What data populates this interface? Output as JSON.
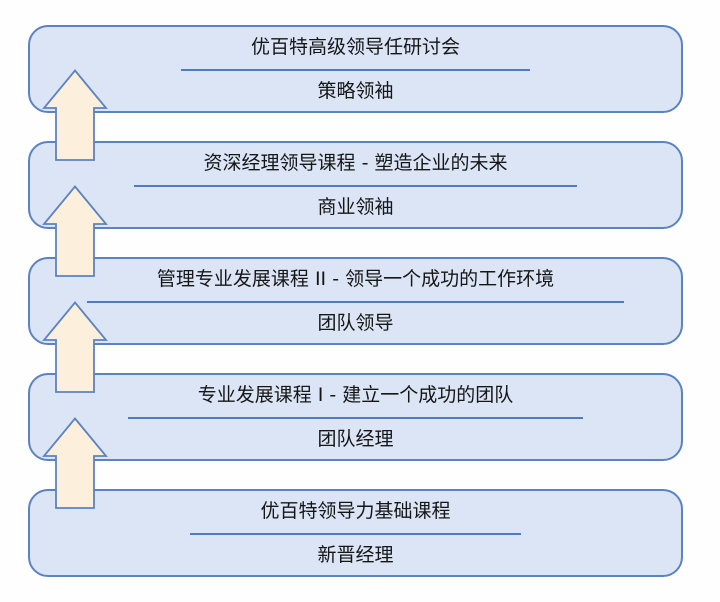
{
  "diagram": {
    "kind": "vertical-progression",
    "direction": "bottom-to-top",
    "levels": [
      {
        "title": "优百特高级领导任研讨会",
        "subtitle": "策略领袖"
      },
      {
        "title": "资深经理领导课程 - 塑造企业的未来",
        "subtitle": "商业领袖"
      },
      {
        "title": "管理专业发展课程 II - 领导一个成功的工作环境",
        "subtitle": "团队领导"
      },
      {
        "title": "专业发展课程 I - 建立一个成功的团队",
        "subtitle": "团队经理"
      },
      {
        "title": "优百特领导力基础课程",
        "subtitle": "新晋经理"
      }
    ],
    "arrows": {
      "count": 4,
      "icon": "up-arrow-icon"
    },
    "colors": {
      "box_fill": "#dbe5f6",
      "box_border": "#5b83c0",
      "title_underline": "#4f7cbe",
      "arrow_fill": "#fcf0dc",
      "arrow_border": "#5b83c0",
      "text": "#161616",
      "background": "#fefefe"
    }
  }
}
